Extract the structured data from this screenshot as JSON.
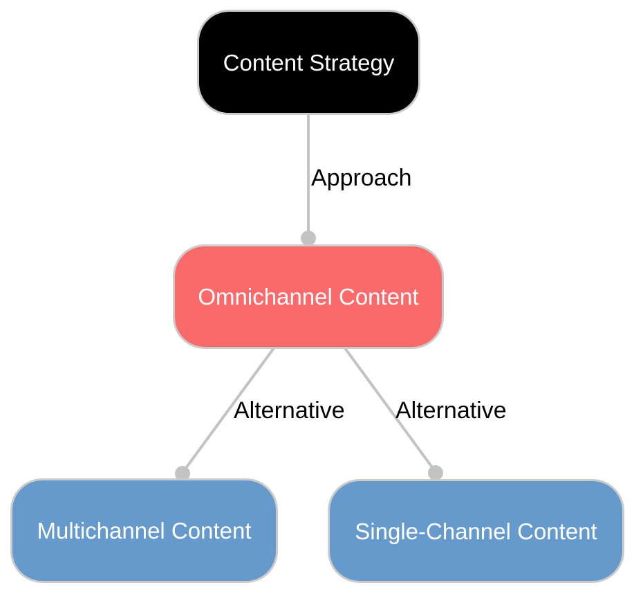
{
  "diagram": {
    "type": "mindmap",
    "background": "#ffffff",
    "nodes": [
      {
        "id": "content-strategy",
        "label": "Content Strategy",
        "fill": "#000000",
        "text_color": "#ffffff"
      },
      {
        "id": "omnichannel",
        "label": "Omnichannel Content",
        "fill": "#fb6a6a",
        "text_color": "#ffffff"
      },
      {
        "id": "multichannel",
        "label": "Multichannel Content",
        "fill": "#6699cc",
        "text_color": "#ffffff"
      },
      {
        "id": "single-channel",
        "label": "Single-Channel Content",
        "fill": "#6699cc",
        "text_color": "#ffffff"
      }
    ],
    "edges": [
      {
        "from": "content-strategy",
        "to": "omnichannel",
        "label": "Approach"
      },
      {
        "from": "omnichannel",
        "to": "multichannel",
        "label": "Alternative"
      },
      {
        "from": "omnichannel",
        "to": "single-channel",
        "label": "Alternative"
      }
    ],
    "colors": {
      "edge": "#c3c3c3",
      "node_border": "#cbcbcb",
      "label_text": "#000000"
    }
  }
}
